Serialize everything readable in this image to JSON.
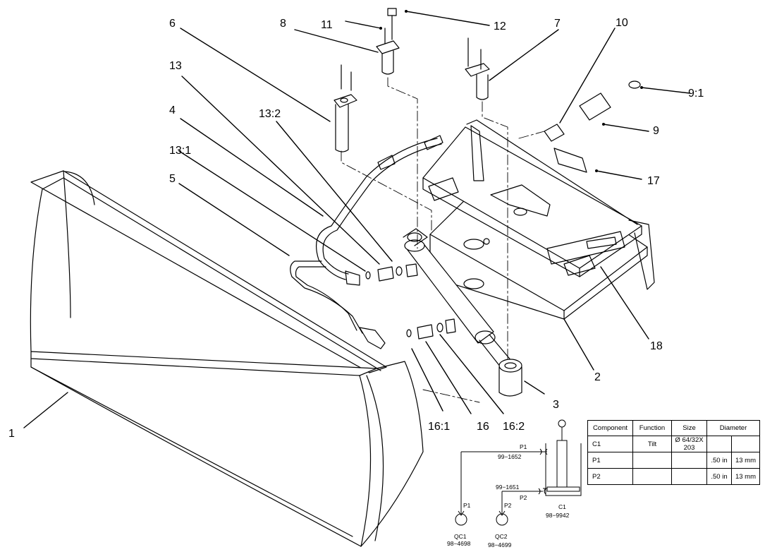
{
  "callouts": [
    "1",
    "2",
    "3",
    "4",
    "5",
    "6",
    "7",
    "8",
    "9",
    "9:1",
    "10",
    "11",
    "12",
    "13",
    "13:1",
    "13:2",
    "16",
    "16:1",
    "16:2",
    "17",
    "18"
  ],
  "schematic": {
    "p1_label": "P1",
    "p1_part": "99−1652",
    "p2_label": "P2",
    "p2_part": "99−1651",
    "p1_qc_label": "P1",
    "p2_qc_label": "P2",
    "qc1_label": "QC1",
    "qc1_part": "98−4698",
    "qc2_label": "QC2",
    "qc2_part": "98−4699",
    "cyl_label": "C1",
    "cyl_part": "98−9942"
  },
  "table": {
    "headers": [
      "Component",
      "Function",
      "Size",
      "Diameter"
    ],
    "rows": [
      {
        "component": "C1",
        "function": "Tilt",
        "size_line1": "Ø 64/32X",
        "size_line2": "203",
        "dia_in": "",
        "dia_mm": ""
      },
      {
        "component": "P1",
        "function": "",
        "size_line1": "",
        "size_line2": "",
        "dia_in": ".50 in",
        "dia_mm": "13 mm"
      },
      {
        "component": "P2",
        "function": "",
        "size_line1": "",
        "size_line2": "",
        "dia_in": ".50 in",
        "dia_mm": "13 mm"
      }
    ]
  }
}
